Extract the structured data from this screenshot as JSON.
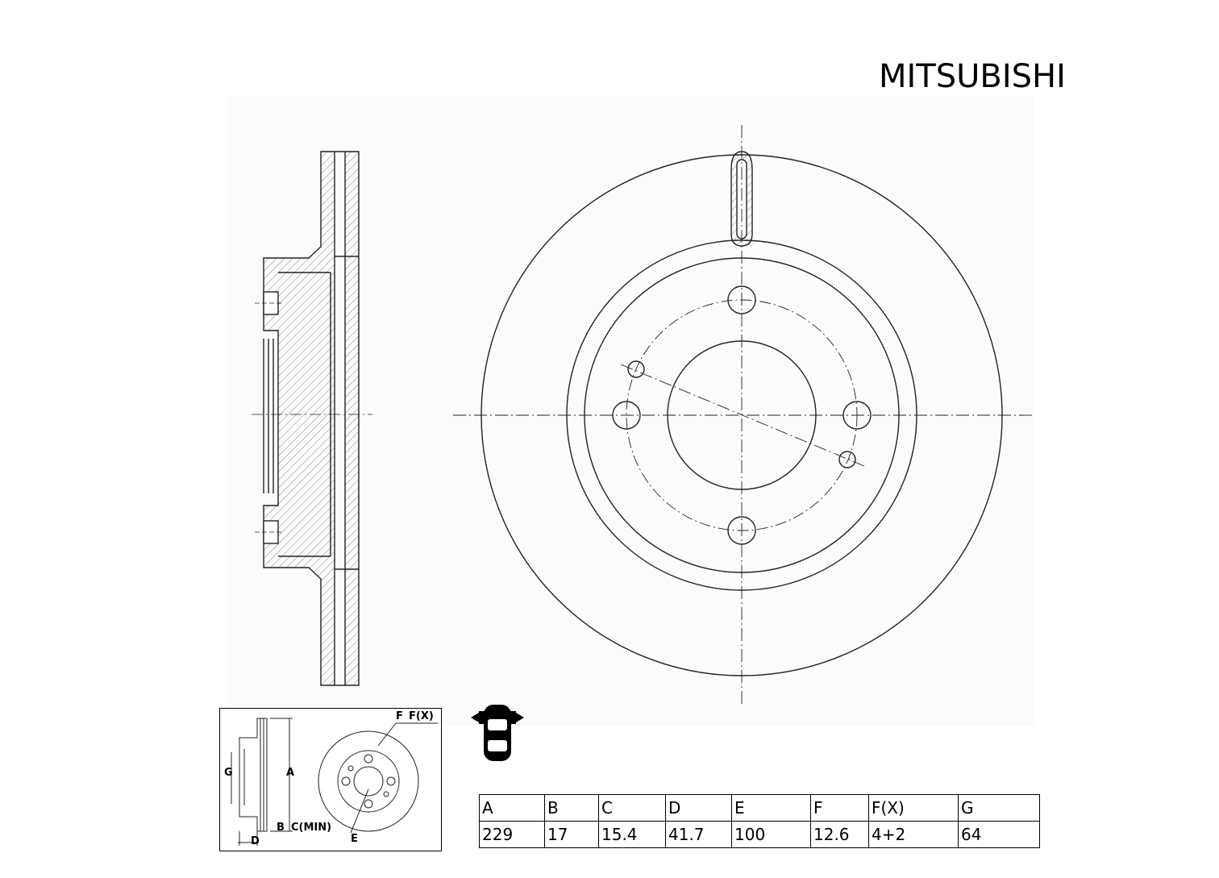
{
  "brand": "MITSUBISHI",
  "legend": {
    "labels": {
      "F": "F",
      "FX": "F(X)",
      "A": "A",
      "G": "G",
      "B": "B",
      "C": "C(MIN)",
      "D": "D",
      "E": "E"
    }
  },
  "icons": {
    "car": "car-front-axle-icon"
  },
  "table": {
    "headers": [
      "A",
      "B",
      "C",
      "D",
      "E",
      "F",
      "F(X)",
      "G"
    ],
    "values": [
      "229",
      "17",
      "15.4",
      "41.7",
      "100",
      "12.6",
      "4+2",
      "64"
    ]
  }
}
